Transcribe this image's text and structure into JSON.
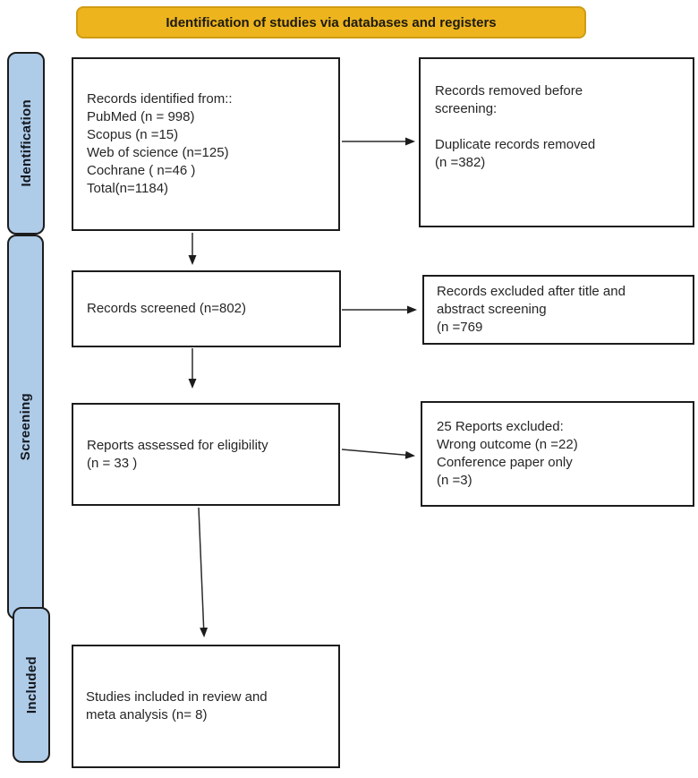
{
  "banner": {
    "title": "Identification of studies via databases and registers"
  },
  "stages": [
    {
      "label": "Identification"
    },
    {
      "label": "Screening"
    },
    {
      "label": "Included"
    }
  ],
  "boxes": {
    "records_identified": {
      "lines": [
        "Records identified from::",
        "PubMed (n = 998)",
        "Scopus (n =15)",
        "Web of science (n=125)",
        "Cochrane ( n=46 )",
        "Total(n=1184)"
      ]
    },
    "records_removed": {
      "lines": [
        "Records removed before",
        "screening:",
        "",
        "Duplicate records removed",
        "(n =382)"
      ]
    },
    "records_screened": {
      "lines": [
        "Records screened (n=802)"
      ]
    },
    "records_excluded": {
      "lines": [
        "Records excluded after title and",
        "abstract screening",
        "(n =769"
      ]
    },
    "reports_assessed": {
      "lines": [
        "Reports assessed for eligibility",
        "(n = 33 )"
      ]
    },
    "reports_excluded": {
      "lines": [
        "25 Reports excluded:",
        "Wrong outcome (n =22)",
        "Conference paper only",
        " (n =3)"
      ]
    },
    "studies_included": {
      "lines": [
        "Studies included in review and",
        "meta analysis (n= 8)"
      ]
    }
  },
  "colors": {
    "banner_fill": "#EDB41E",
    "banner_border": "#D09C13",
    "stage_fill": "#AECBE8",
    "stage_border": "#1C1C1C",
    "box_border": "#1C1C1C",
    "arrow": "#2B2B2B",
    "text": "#262626"
  }
}
